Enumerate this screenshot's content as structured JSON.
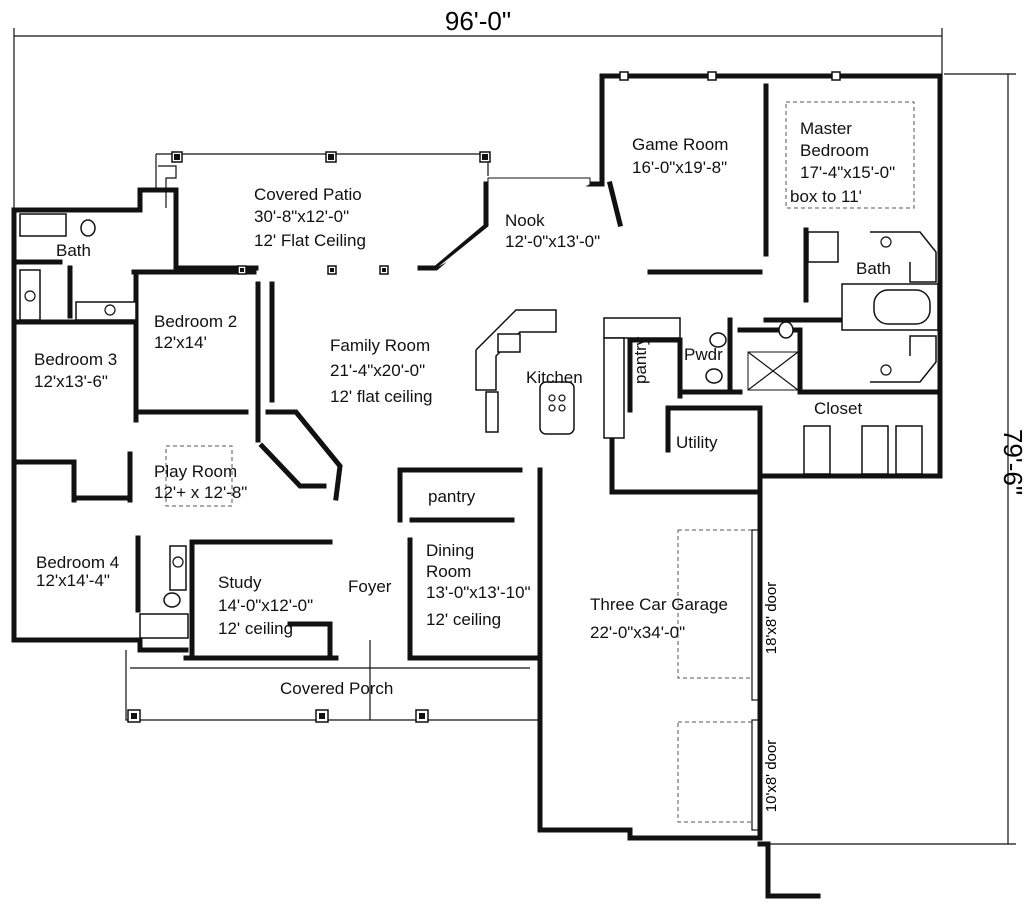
{
  "dimensions": {
    "width": "96'-0\"",
    "depth": "79'-6\""
  },
  "rooms": {
    "covered_patio": {
      "name": "Covered Patio",
      "size": "30'-8\"x12'-0\"",
      "note": "12' Flat Ceiling"
    },
    "game_room": {
      "name": "Game Room",
      "size": "16'-0\"x19'-8\""
    },
    "master_bedroom": {
      "name_line1": "Master",
      "name_line2": "Bedroom",
      "size": "17'-4\"x15'-0\"",
      "note": "box to 11'"
    },
    "bath_1": {
      "name": "Bath"
    },
    "nook": {
      "name": "Nook",
      "size": "12'-0\"x13'-0\""
    },
    "bath_master": {
      "name": "Bath"
    },
    "bedroom_2": {
      "name": "Bedroom 2",
      "size": "12'x14'"
    },
    "family_room": {
      "name": "Family Room",
      "size": "21'-4\"x20'-0\"",
      "note": "12' flat ceiling"
    },
    "bedroom_3": {
      "name": "Bedroom 3",
      "size": "12'x13'-6\""
    },
    "kitchen": {
      "name": "Kitchen"
    },
    "pwdr": {
      "name": "Pwdr"
    },
    "pantry_1": {
      "name": "pantry"
    },
    "closet": {
      "name": "Closet"
    },
    "utility": {
      "name": "Utility"
    },
    "play_room": {
      "name": "Play Room",
      "size": "12'+ x 12'-8\""
    },
    "pantry_2": {
      "name": "pantry"
    },
    "bedroom_4": {
      "name": "Bedroom 4",
      "size": "12'x14'-4\""
    },
    "dining_room": {
      "name_line1": "Dining",
      "name_line2": "Room",
      "size": "13'-0\"x13'-10\"",
      "note": "12' ceiling"
    },
    "study": {
      "name": "Study",
      "size": "14'-0\"x12'-0\"",
      "note": "12' ceiling"
    },
    "foyer": {
      "name": "Foyer"
    },
    "garage": {
      "name": "Three Car Garage",
      "size": "22'-0\"x34'-0\""
    },
    "covered_porch": {
      "name": "Covered Porch"
    }
  },
  "doors": {
    "garage_door_1": "18'x8' door",
    "garage_door_2": "10'x8' door"
  }
}
